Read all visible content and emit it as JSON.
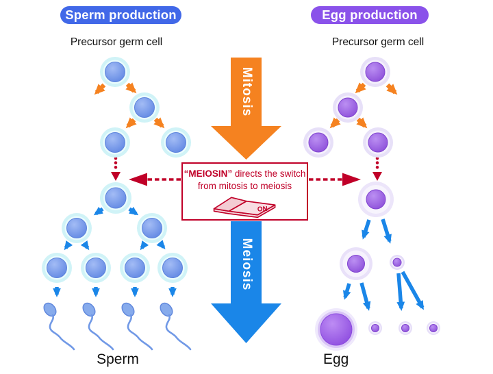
{
  "sperm_panel": {
    "badge": "Sperm production",
    "precursor_label": "Precursor germ cell",
    "product_label": "Sperm"
  },
  "egg_panel": {
    "badge": "Egg production",
    "precursor_label": "Precursor germ cell",
    "product_label": "Egg"
  },
  "center": {
    "mitosis_label": "Mitosis",
    "meiosis_label": "Meiosis",
    "meiosin": {
      "gene": "“MEIOSIN”",
      "line1_rest": " directs the switch",
      "line2": "from mitosis to meiosis",
      "switch_state": "ON"
    }
  },
  "icons": {
    "switch_icon": "rocker-switch-on"
  },
  "colors": {
    "sperm_badge": "#4168e8",
    "egg_badge": "#8a52ea",
    "mitosis_arrow_orange": "#f58220",
    "meiosis_arrow_blue": "#1a86e8",
    "meiosin_red": "#c00028",
    "sperm_cell_halo": "#d0f3f7",
    "sperm_cell_nucleus": "#6a90e6",
    "egg_cell_halo": "#e7e0f8",
    "egg_cell_nucleus": "#9a62e2",
    "background": "#ffffff"
  }
}
